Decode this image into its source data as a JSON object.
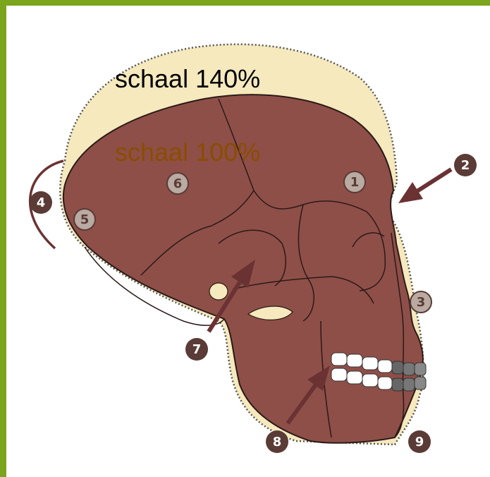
{
  "labels": {
    "scale_140": "schaal 140%",
    "scale_100": "schaal 100%"
  },
  "markers": [
    "1",
    "2",
    "3",
    "4",
    "5",
    "6",
    "7",
    "8",
    "9"
  ],
  "colors": {
    "accent_bar": "#7aa51c",
    "skull": "#8e4f48",
    "enlarged_outline_fill": "#f5e9bd",
    "label_140": "#000000",
    "label_100": "#8a4d00",
    "arrow": "#6b3233",
    "marker_dark": "#5a3b36",
    "marker_light": "#b9aaa2"
  }
}
